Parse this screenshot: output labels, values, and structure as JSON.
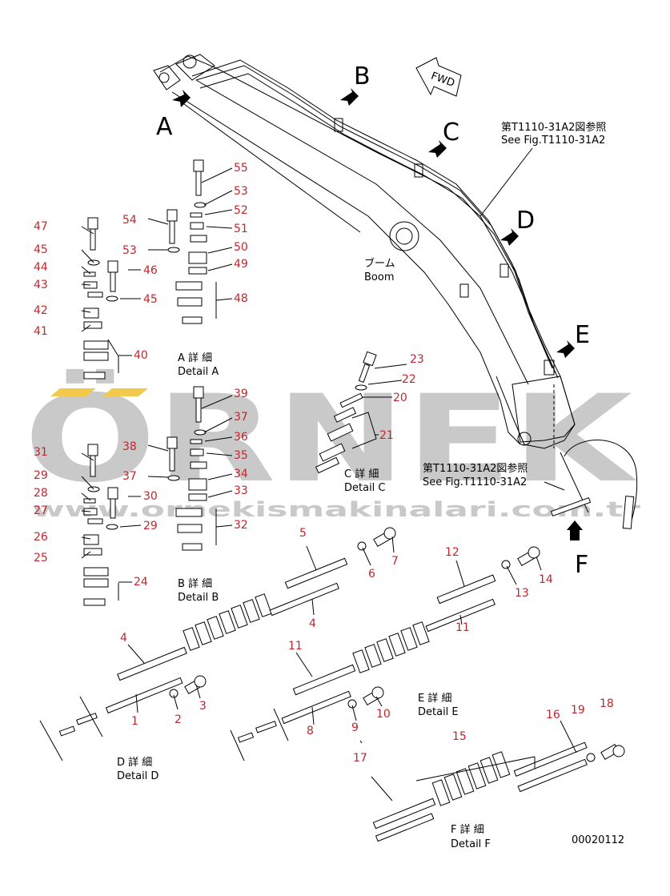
{
  "watermark": {
    "brand": "ÖRNEK",
    "url": "www.ornekismakinalari.com.tr",
    "brand_color": "#c9c9c9",
    "accent_color": "#f2c94c"
  },
  "markers": {
    "A": "A",
    "B": "B",
    "C": "C",
    "D": "D",
    "E": "E",
    "F": "F",
    "fwd": "FWD"
  },
  "refs": {
    "ref_top_jp": "第T1110-31A2図参照",
    "ref_top_en": "See Fig.T1110-31A2",
    "ref_mid_jp": "第T1110-31A2図参照",
    "ref_mid_en": "See Fig.T1110-31A2"
  },
  "boom": {
    "jp": "ブーム",
    "en": "Boom"
  },
  "details": {
    "A_jp": "A 詳 細",
    "A_en": "Detail A",
    "B_jp": "B 詳 細",
    "B_en": "Detail B",
    "C_jp": "C 詳 細",
    "C_en": "Detail C",
    "D_jp": "D 詳 細",
    "D_en": "Detail D",
    "E_jp": "E 詳 細",
    "E_en": "Detail E",
    "F_jp": "F 詳 細",
    "F_en": "Detail F"
  },
  "drawing_number": "00020112",
  "part_numbers": {
    "p1": "1",
    "p2": "2",
    "p3": "3",
    "p4a": "4",
    "p4b": "4",
    "p5": "5",
    "p6": "6",
    "p7": "7",
    "p8": "8",
    "p9": "9",
    "p10": "10",
    "p11a": "11",
    "p11b": "11",
    "p12": "12",
    "p13": "13",
    "p14": "14",
    "p15": "15",
    "p16": "16",
    "p17": "17",
    "p18": "18",
    "p19": "19",
    "p20": "20",
    "p21": "21",
    "p22": "22",
    "p23": "23",
    "p24": "24",
    "p25": "25",
    "p26": "26",
    "p27": "27",
    "p28": "28",
    "p29a": "29",
    "p29b": "29",
    "p30": "30",
    "p31": "31",
    "p32": "32",
    "p33": "33",
    "p34": "34",
    "p35": "35",
    "p36": "36",
    "p37a": "37",
    "p37b": "37",
    "p38": "38",
    "p39": "39",
    "p40": "40",
    "p41": "41",
    "p42": "42",
    "p43": "43",
    "p44": "44",
    "p45a": "45",
    "p45b": "45",
    "p46": "46",
    "p47": "47",
    "p48": "48",
    "p49": "49",
    "p50": "50",
    "p51": "51",
    "p52": "52",
    "p53a": "53",
    "p53b": "53",
    "p54": "54",
    "p55": "55"
  }
}
